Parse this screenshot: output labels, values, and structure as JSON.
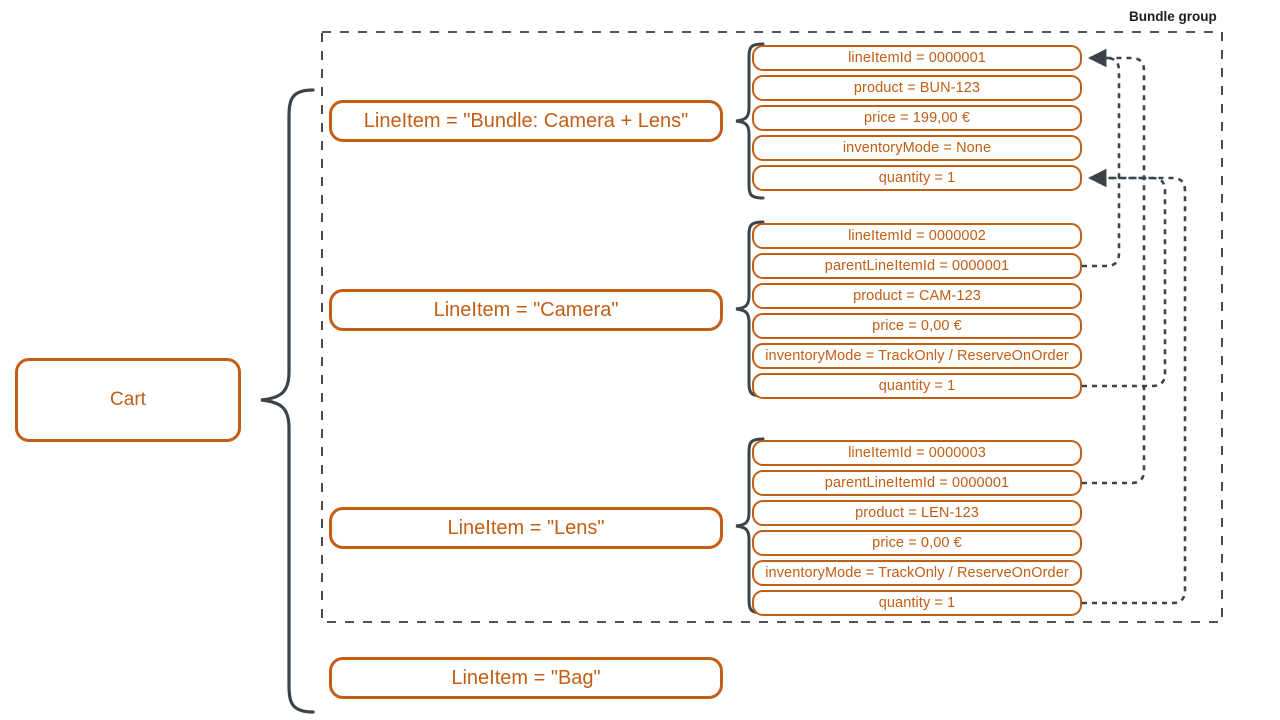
{
  "diagram": {
    "group_label": "Bundle group",
    "accent_color": "#c25e16",
    "line_color": "#3b444b",
    "background": "#ffffff"
  },
  "root": {
    "label": "Cart"
  },
  "line_items": [
    {
      "id": "bundle",
      "label": "LineItem = \"Bundle: Camera + Lens\"",
      "attributes": [
        "lineItemId = 0000001",
        "product = BUN-123",
        "price = 199,00 €",
        "inventoryMode = None",
        "quantity = 1"
      ]
    },
    {
      "id": "camera",
      "label": "LineItem = \"Camera\"",
      "attributes": [
        "lineItemId = 0000002",
        "parentLineItemId = 0000001",
        "product = CAM-123",
        "price = 0,00 €",
        "inventoryMode = TrackOnly / ReserveOnOrder",
        "quantity = 1"
      ]
    },
    {
      "id": "lens",
      "label": "LineItem = \"Lens\"",
      "attributes": [
        "lineItemId = 0000003",
        "parentLineItemId = 0000001",
        "product = LEN-123",
        "price = 0,00 €",
        "inventoryMode = TrackOnly / ReserveOnOrder",
        "quantity = 1"
      ]
    }
  ],
  "standalone_item": {
    "id": "bag",
    "label": "LineItem = \"Bag\""
  }
}
